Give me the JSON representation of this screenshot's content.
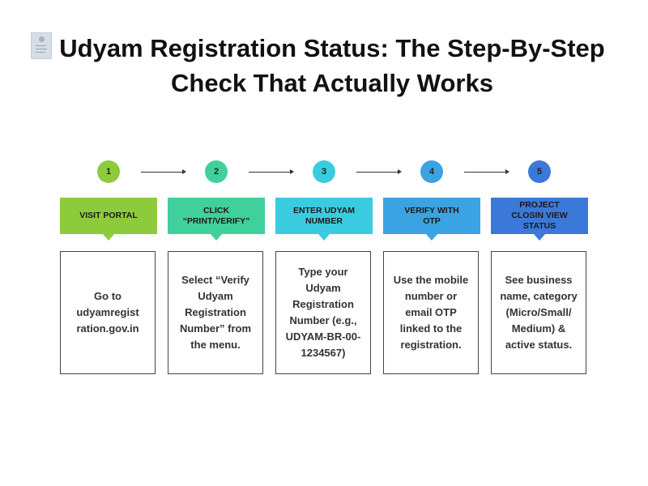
{
  "title": "Udyam Registration Status: The Step-By-Step Check That Actually Works",
  "icon": "document-icon",
  "steps": [
    {
      "num": "1",
      "label": "VISIT PORTAL",
      "desc": "Go to udyamregist ration.gov.in",
      "color": "#8dcb3c"
    },
    {
      "num": "2",
      "label": "CLICK\n“PRINT/VERIFY”",
      "desc": "Select “Verify Udyam Registration Number” from the menu.",
      "color": "#40d09b"
    },
    {
      "num": "3",
      "label": "ENTER UDYAM\nNUMBER",
      "desc": "Type your Udyam Registration Number (e.g., UDYAM-BR-00-1234567)",
      "color": "#3acbe0"
    },
    {
      "num": "4",
      "label": "VERIFY WITH\nOTP",
      "desc": "Use the mobile number or email OTP linked to the registration.",
      "color": "#3ba3e2"
    },
    {
      "num": "5",
      "label": "PROJECT\nCLOSIN VIEW\nSTATUS",
      "desc": "See business name, category (Micro/Small/ Medium) & active status.",
      "color": "#3b79d9"
    }
  ]
}
